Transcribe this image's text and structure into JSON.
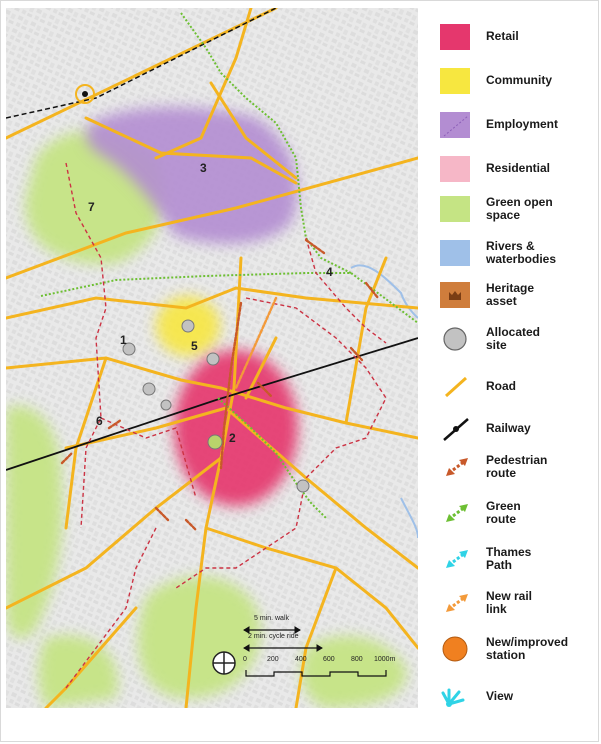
{
  "colors": {
    "retail": "#e5376d",
    "community": "#f7e740",
    "employment": "#b38dd2",
    "residential": "#f6b7c7",
    "green": "#c5e484",
    "rivers": "#9fc0e8",
    "heritage": "#cf7d3c",
    "allocated": "#c2c2c2",
    "road": "#f4b41f",
    "railway": "#111111",
    "pedestrian": "#c8592a",
    "green_route": "#6dbf33",
    "thames": "#2fd3e6",
    "new_rail": "#f39a3a",
    "station": "#f08020",
    "view": "#2fd3e6",
    "boundary": "#cc3344"
  },
  "map": {
    "site_labels": [
      "1",
      "2",
      "3",
      "4",
      "5",
      "6",
      "7"
    ],
    "scale": {
      "walk": "5 min. walk",
      "cycle": "2 min. cycle ride",
      "ticks": [
        "0",
        "200",
        "400",
        "600",
        "800",
        "1000m"
      ]
    },
    "north_icon": "north-arrow-icon"
  },
  "legend": {
    "items": [
      {
        "key": "retail",
        "label": "Retail",
        "icon": "retail-swatch"
      },
      {
        "key": "community",
        "label": "Community",
        "icon": "community-swatch"
      },
      {
        "key": "employment",
        "label": "Employment",
        "icon": "employment-swatch"
      },
      {
        "key": "residential",
        "label": "Residential",
        "icon": "residential-swatch"
      },
      {
        "key": "green",
        "label": "Green open\nspace",
        "icon": "green-space-swatch"
      },
      {
        "key": "rivers",
        "label": "Rivers &\nwaterbodies",
        "icon": "rivers-swatch"
      },
      {
        "key": "heritage",
        "label": "Heritage\nasset",
        "icon": "crown-icon"
      },
      {
        "key": "allocated",
        "label": "Allocated\nsite",
        "icon": "circle-icon"
      },
      {
        "key": "road",
        "label": "Road",
        "icon": "road-line-icon"
      },
      {
        "key": "railway",
        "label": "Railway",
        "icon": "railway-line-icon"
      },
      {
        "key": "pedestrian",
        "label": "Pedestrian\nroute",
        "icon": "double-arrow-icon"
      },
      {
        "key": "green_route",
        "label": "Green\nroute",
        "icon": "double-arrow-icon"
      },
      {
        "key": "thames",
        "label": "Thames\nPath",
        "icon": "double-arrow-icon"
      },
      {
        "key": "new_rail",
        "label": "New rail\nlink",
        "icon": "double-arrow-icon"
      },
      {
        "key": "station",
        "label": "New/improved\nstation",
        "icon": "station-circle-icon"
      },
      {
        "key": "view",
        "label": "View",
        "icon": "view-rays-icon"
      }
    ]
  }
}
